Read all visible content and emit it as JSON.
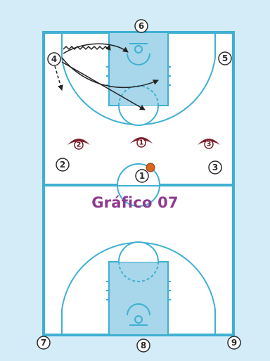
{
  "caption": "Gráfico 07",
  "players": {
    "p1": "1",
    "p2": "2",
    "p3": "3",
    "p4": "4",
    "p5": "5",
    "p6": "6",
    "p7": "7",
    "p8": "8",
    "p9": "9"
  },
  "defenders": {
    "d1": "1",
    "d2": "2",
    "d3": "3"
  },
  "colors": {
    "court_bg": "#d4ecf8",
    "line": "#3fb0d2",
    "key_fill": "#a8d6ea",
    "arrow": "#222222",
    "defender": "#7a1e2b",
    "ball": "#d9661c",
    "caption": "#8e3a8e"
  }
}
